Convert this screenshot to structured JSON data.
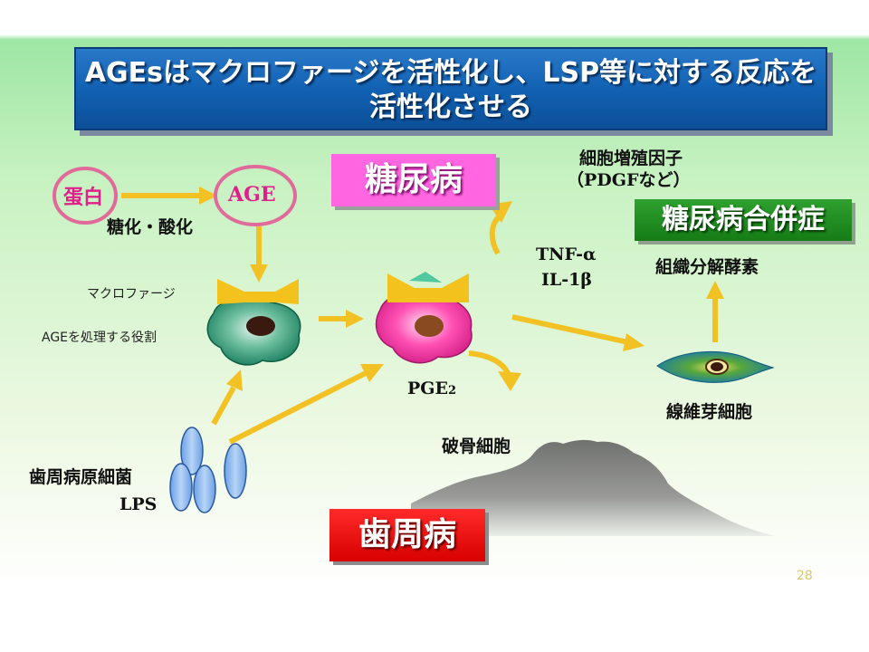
{
  "title": {
    "line1": "AGEsはマクロファージを活性化し、LSP等に対する反応を",
    "line2": "活性化させる"
  },
  "labels": {
    "protein": "蛋白",
    "age": "AGE",
    "glycation": "糖化・酸化",
    "macrophage": "マクロファージ",
    "age_role": "AGEを処理する役割",
    "diabetes": "糖尿病",
    "growth_factor_1": "細胞増殖因子",
    "growth_factor_2": "（PDGFなど）",
    "diabetic_complication": "糖尿病合併症",
    "tnf": "TNF-α",
    "il1": "IL-1β",
    "tissue_enzyme": "組織分解酵素",
    "pge2_main": "PGE",
    "pge2_sub": "2",
    "fibroblast": "線維芽細胞",
    "osteoclast": "破骨細胞",
    "pathogen": "歯周病原細菌",
    "lps": "LPS",
    "periodontitis": "歯周病"
  },
  "page_number": "28",
  "colors": {
    "title_bg": "#1262b4",
    "diabetes_bg": "#ff66e0",
    "complication_bg": "#1e8a1e",
    "periodontitis_bg": "#e80000",
    "arrow": "#f2c224",
    "protein_text": "#e0208a",
    "oval_border": "#e06a9a"
  }
}
